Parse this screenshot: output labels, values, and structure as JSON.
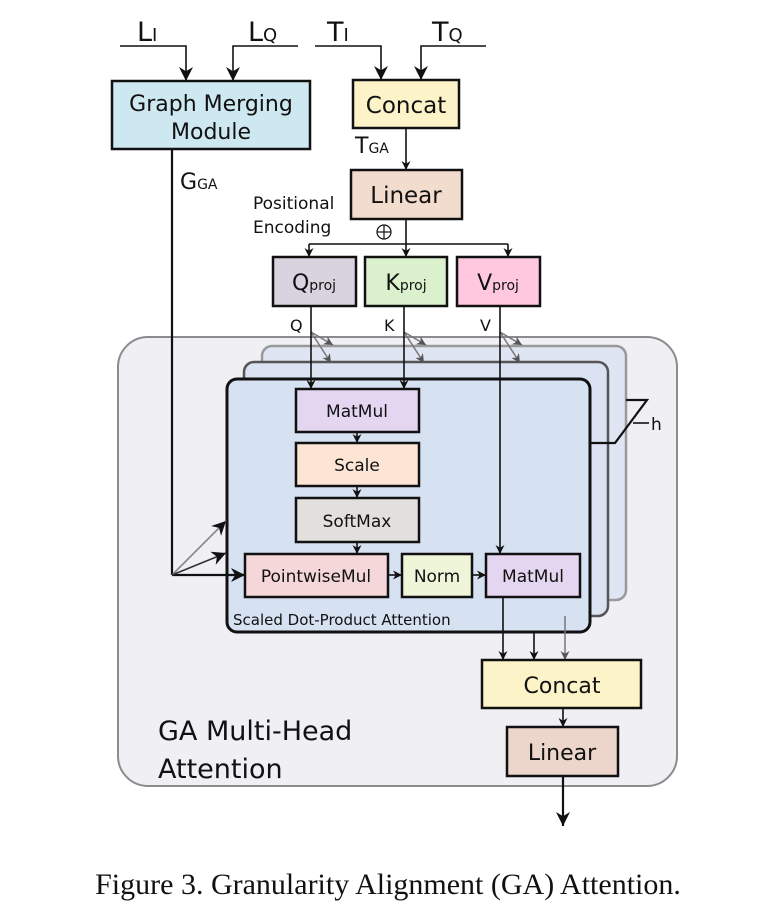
{
  "diagram": {
    "inputs": {
      "l_i": {
        "main": "L",
        "sub": "I"
      },
      "l_q": {
        "main": "L",
        "sub": "Q"
      },
      "t_i": {
        "main": "T",
        "sub": "I"
      },
      "t_q": {
        "main": "T",
        "sub": "Q"
      }
    },
    "graph_merging": {
      "line1": "Graph Merging",
      "line2": "Module"
    },
    "concat_top": "Concat",
    "t_ga": {
      "main": "T",
      "sub": "GA"
    },
    "g_ga": {
      "main": "G",
      "sub": "GA"
    },
    "linear_top": "Linear",
    "positional_encoding": {
      "line1": "Positional",
      "line2": "Encoding"
    },
    "projections": [
      {
        "main": "Q",
        "sub": "proj",
        "output": "Q"
      },
      {
        "main": "K",
        "sub": "proj",
        "output": "K"
      },
      {
        "main": "V",
        "sub": "proj",
        "output": "V"
      }
    ],
    "attention": {
      "blocks": {
        "matmul1": "MatMul",
        "scale": "Scale",
        "softmax": "SoftMax",
        "pointwise": "PointwiseMul",
        "norm": "Norm",
        "matmul2": "MatMul"
      },
      "title": "Scaled Dot-Product Attention",
      "heads_label": "h"
    },
    "multihead": {
      "title_line1": "GA Multi-Head",
      "title_line2": "Attention",
      "concat": "Concat",
      "linear": "Linear"
    }
  },
  "caption": "Figure 3. Granularity Alignment (GA) Attention.",
  "colors": {
    "graph_merging": "#cde8f0",
    "concat": "#fdf3c8",
    "linear": "#f2dccd",
    "q_proj": "#d9d3e0",
    "k_proj": "#dbf0cd",
    "v_proj": "#ffc8df",
    "matmul": "#e4d6f1",
    "scale": "#fde5d6",
    "softmax": "#e3dfdc",
    "pointwise": "#f5d7d9",
    "norm": "#eef5d9",
    "head_panel": "#d6e1f2",
    "multihead_bg": "#efeff4"
  }
}
